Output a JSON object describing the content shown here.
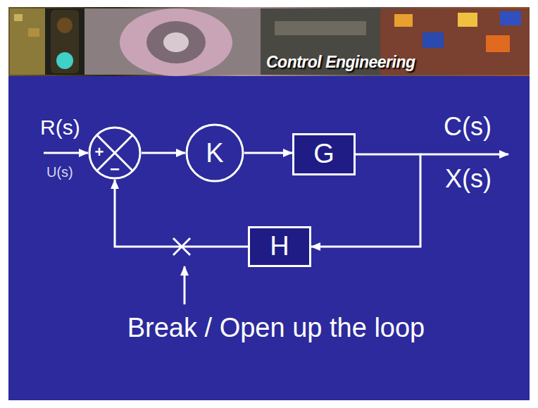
{
  "diagram": {
    "nodes": [
      {
        "text": [
          "+",
          "−"
        ]
      },
      {
        "text": [
          "K"
        ]
      },
      {
        "text": [
          "G"
        ]
      },
      {
        "text": [
          "H"
        ]
      }
    ],
    "edges": [
      {
        "from": 0,
        "to": 1,
        "arrow": "to"
      },
      {
        "from": 1,
        "to": 2,
        "arrow": "to"
      },
      {
        "from": 2,
        "to": 3,
        "arrow": "to"
      },
      {
        "from": 3,
        "to": 0,
        "arrow": "to"
      }
    ],
    "labels": [
      "Control Engineering",
      "R(s)",
      "U(s)",
      "C(s)",
      "X(s)",
      "Break / Open up the loop"
    ]
  }
}
